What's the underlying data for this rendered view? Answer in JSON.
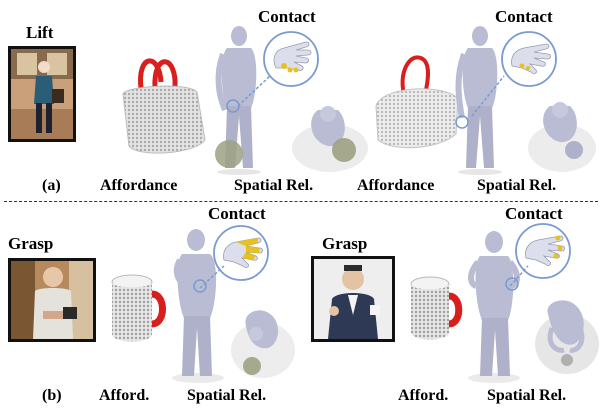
{
  "row_a": {
    "panel_label": "(a)",
    "action": "Lift",
    "contact_left": "Contact",
    "contact_right": "Contact",
    "affordance_left": "Affordance",
    "spatial_left": "Spatial Rel.",
    "affordance_right": "Affordance",
    "spatial_right": "Spatial Rel."
  },
  "row_b": {
    "panel_label": "(b)",
    "action_left": "Grasp",
    "action_right": "Grasp",
    "contact_left": "Contact",
    "contact_right": "Contact",
    "afford_left": "Afford.",
    "spatial_left": "Spatial Rel.",
    "afford_right": "Afford.",
    "spatial_right": "Spatial Rel."
  },
  "colors": {
    "contact_highlight": "#d91e1e",
    "hand_contact": "#e6c21a",
    "body_mesh": "#b9bcd3",
    "object_mesh": "#cfcfcf",
    "zoom_circle": "#7a9ad0"
  }
}
